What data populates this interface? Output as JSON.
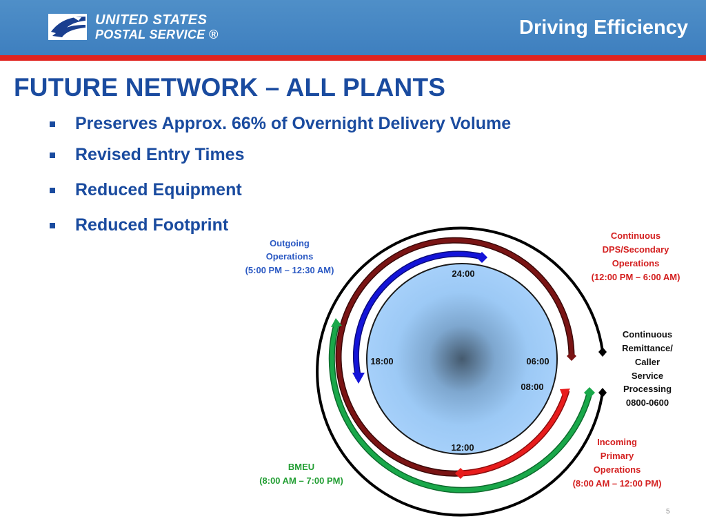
{
  "header": {
    "logo_line1": "UNITED STATES",
    "logo_line2": "POSTAL SERVICE ®",
    "title": "Driving Efficiency",
    "bar_color": "#3e7fbf",
    "accent_color": "#e0231f"
  },
  "title": "FUTURE NETWORK – ALL PLANTS",
  "bullets": [
    "Preserves Approx. 66% of Overnight Delivery Volume",
    "Revised Entry Times",
    "Reduced Equipment",
    "Reduced Footprint"
  ],
  "diagram": {
    "clock_labels": {
      "top": "24:00",
      "left": "18:00",
      "right": "06:00",
      "right_lower": "08:00",
      "bottom": "12:00"
    },
    "operations": {
      "outgoing": [
        "Outgoing",
        "Operations",
        "(5:00 PM – 12:30 AM)"
      ],
      "dps": [
        "Continuous",
        "DPS/Secondary",
        "Operations",
        "(12:00 PM – 6:00 AM)"
      ],
      "remittance": [
        "Continuous",
        "Remittance/",
        "Caller",
        "Service",
        "Processing",
        "0800-0600"
      ],
      "incoming": [
        "Incoming",
        "Primary",
        "Operations",
        "(8:00 AM – 12:00 PM)"
      ],
      "bmeu": [
        "BMEU",
        "(8:00 AM – 7:00 PM)"
      ]
    },
    "colors": {
      "outgoing": "#1414d8",
      "dps": "#7a1414",
      "remittance": "#000000",
      "incoming": "#e81c1c",
      "bmeu": "#19a84a",
      "outgoing_label": "#2b59c3",
      "dps_label": "#d42020",
      "remittance_label": "#000000",
      "incoming_label": "#d42020",
      "bmeu_label": "#229e33"
    }
  },
  "page_number": "5"
}
